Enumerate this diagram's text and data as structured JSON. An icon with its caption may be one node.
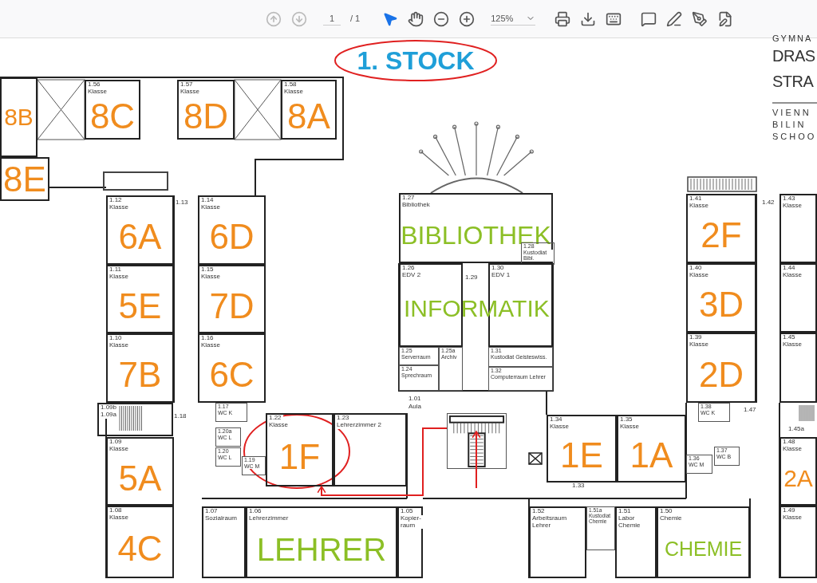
{
  "diagram": {
    "title": "1. STOCK",
    "nodes": [
      {
        "text": [
          "8B"
        ]
      },
      {
        "text": [
          "1.56",
          "Klasse",
          "8C"
        ]
      },
      {
        "text": [
          "1.57",
          "Klasse",
          "8D"
        ]
      },
      {
        "text": [
          "1.58",
          "Klasse",
          "8A"
        ]
      },
      {
        "text": [
          "8E"
        ]
      },
      {
        "text": [
          "1.12",
          "Klasse",
          "6A"
        ]
      },
      {
        "text": [
          "1.14",
          "Klasse",
          "6D"
        ]
      },
      {
        "text": [
          "1.11",
          "Klasse",
          "5E"
        ]
      },
      {
        "text": [
          "1.15",
          "Klasse",
          "7D"
        ]
      },
      {
        "text": [
          "1.10",
          "Klasse",
          "7B"
        ]
      },
      {
        "text": [
          "1.16",
          "Klasse",
          "6C"
        ]
      },
      {
        "text": [
          "1.09b",
          "1.09a"
        ]
      },
      {
        "text": [
          "1.17",
          "WC K"
        ]
      },
      {
        "text": [
          "1.20a",
          "WC L"
        ]
      },
      {
        "text": [
          "1.20",
          "WC L"
        ]
      },
      {
        "text": [
          "1.19",
          "WC M"
        ]
      },
      {
        "text": [
          "1.22",
          "Klasse",
          "1F"
        ]
      },
      {
        "text": [
          "1.23",
          "Lehrerzimmer 2"
        ]
      },
      {
        "text": [
          "1.09",
          "Klasse",
          "5A"
        ]
      },
      {
        "text": [
          "1.08",
          "Klasse",
          "4C"
        ]
      },
      {
        "text": [
          "1.07",
          "Sozialraum"
        ]
      },
      {
        "text": [
          "1.06",
          "Lehrerzimmer",
          "LEHRER"
        ]
      },
      {
        "text": [
          "1.05",
          "Kopier- raum"
        ]
      },
      {
        "text": [
          "1.27",
          "Bibliothek",
          "BIBLIOTHEK"
        ]
      },
      {
        "text": [
          "1.28",
          "Kustodiat Bibl."
        ],
        "in": 23
      },
      {
        "text": [
          "1.26",
          "EDV 2"
        ]
      },
      {
        "text": [
          "1.30",
          "EDV 1"
        ]
      },
      {
        "text": [
          "1.25",
          "Serverraum"
        ]
      },
      {
        "text": [
          "1.25a",
          "Archiv"
        ]
      },
      {
        "text": [
          "1.24",
          "Sprechraum"
        ]
      },
      {
        "text": [
          "1.31",
          "Kustodiat Geisteswiss."
        ]
      },
      {
        "text": [
          "1.32",
          "Computerraum Lehrer"
        ]
      },
      {
        "text": [
          "1.41",
          "Klasse",
          "2F"
        ]
      },
      {
        "text": [
          "1.43",
          "Klasse"
        ]
      },
      {
        "text": [
          "1.40",
          "Klasse",
          "3D"
        ]
      },
      {
        "text": [
          "1.44",
          "Klasse"
        ]
      },
      {
        "text": [
          "1.39",
          "Klasse",
          "2D"
        ]
      },
      {
        "text": [
          "1.45",
          "Klasse"
        ]
      },
      {
        "text": [
          "1.34",
          "Klasse",
          "1E"
        ]
      },
      {
        "text": [
          "1.35",
          "Klasse",
          "1A"
        ]
      },
      {
        "text": [
          "1.38",
          "WC K"
        ]
      },
      {
        "text": [
          "1.37",
          "WC B"
        ]
      },
      {
        "text": [
          "1.36",
          "WC M"
        ]
      },
      {
        "text": [
          "1.48",
          "Klasse",
          "2A"
        ]
      },
      {
        "text": [
          "1.52",
          "Arbeitsraum Lehrer"
        ]
      },
      {
        "text": [
          "1.51a",
          "Kustodiat Chemie"
        ]
      },
      {
        "text": [
          "1.51",
          "Labor Chemie"
        ]
      },
      {
        "text": [
          "1.50",
          "Chemie",
          "CHEMIE"
        ]
      },
      {
        "text": [
          "1.49",
          "Klasse"
        ]
      },
      {
        "text": [],
        "shape": "stairs"
      }
    ],
    "edges": [
      {
        "from": 49,
        "to": 16,
        "arrow": "to"
      }
    ],
    "labels": [
      "1",
      "/ 1",
      "125%",
      "GYMNA",
      "DRAS",
      "STRA",
      "VIENN",
      "BILIN",
      "SCHOO",
      "1.13",
      "1.18",
      "1.01",
      "Aula",
      "1.29",
      "INFORMATIK",
      "1.42",
      "1.47",
      "1.45a",
      "1.33"
    ]
  }
}
